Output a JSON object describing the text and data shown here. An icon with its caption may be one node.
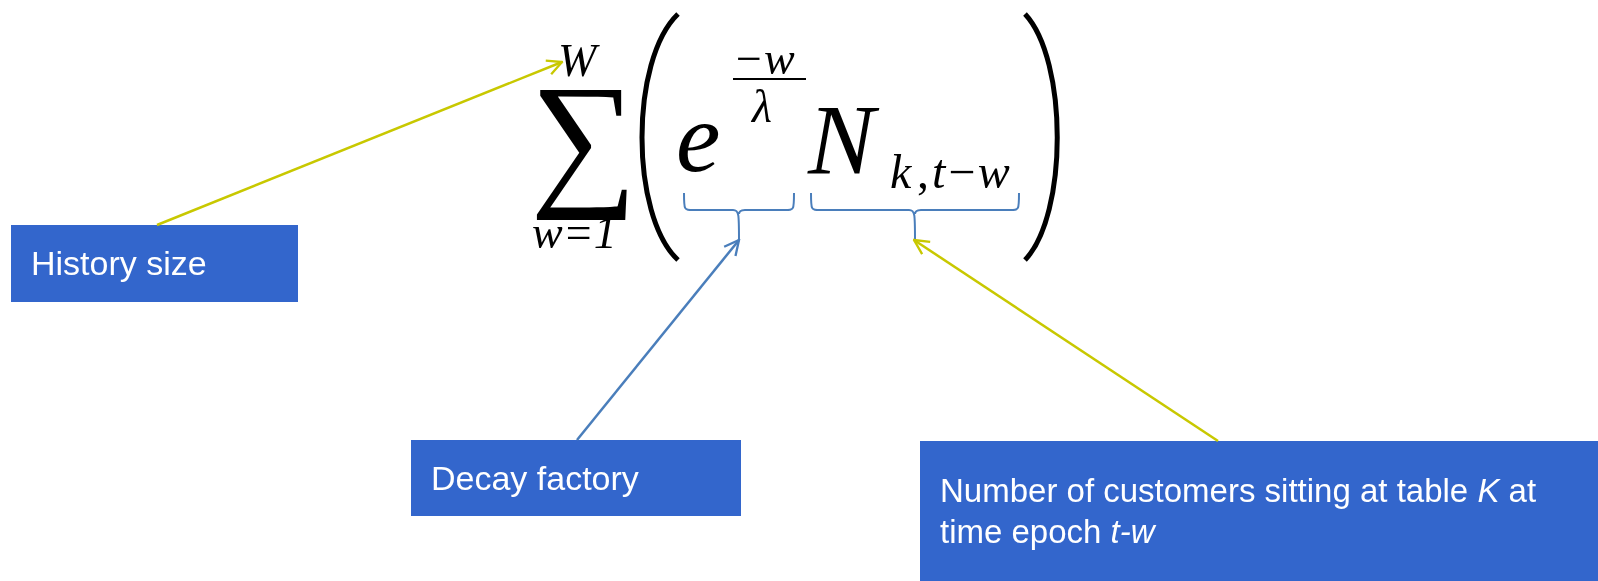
{
  "diagram": {
    "nodes": [
      {
        "text": [
          "History size"
        ]
      },
      {
        "text": [
          "W"
        ]
      },
      {
        "text": [],
        "shape": "brace"
      },
      {
        "text": [],
        "shape": "brace"
      },
      {
        "text": [
          "Decay factory"
        ]
      },
      {
        "text": [
          "Number of customers sitting at table *K* at time epoch *t-w*"
        ]
      }
    ],
    "edges": [
      {
        "from": 0,
        "to": 1,
        "arrow": "to"
      },
      {
        "from": 4,
        "to": 2,
        "arrow": "to",
        "color": "#4a7ebb"
      },
      {
        "from": 5,
        "to": 3,
        "arrow": "to"
      }
    ],
    "labels": [
      "∑",
      "w=1",
      "e",
      "−w",
      "λ",
      "N",
      "k",
      ",",
      "t−w"
    ]
  }
}
